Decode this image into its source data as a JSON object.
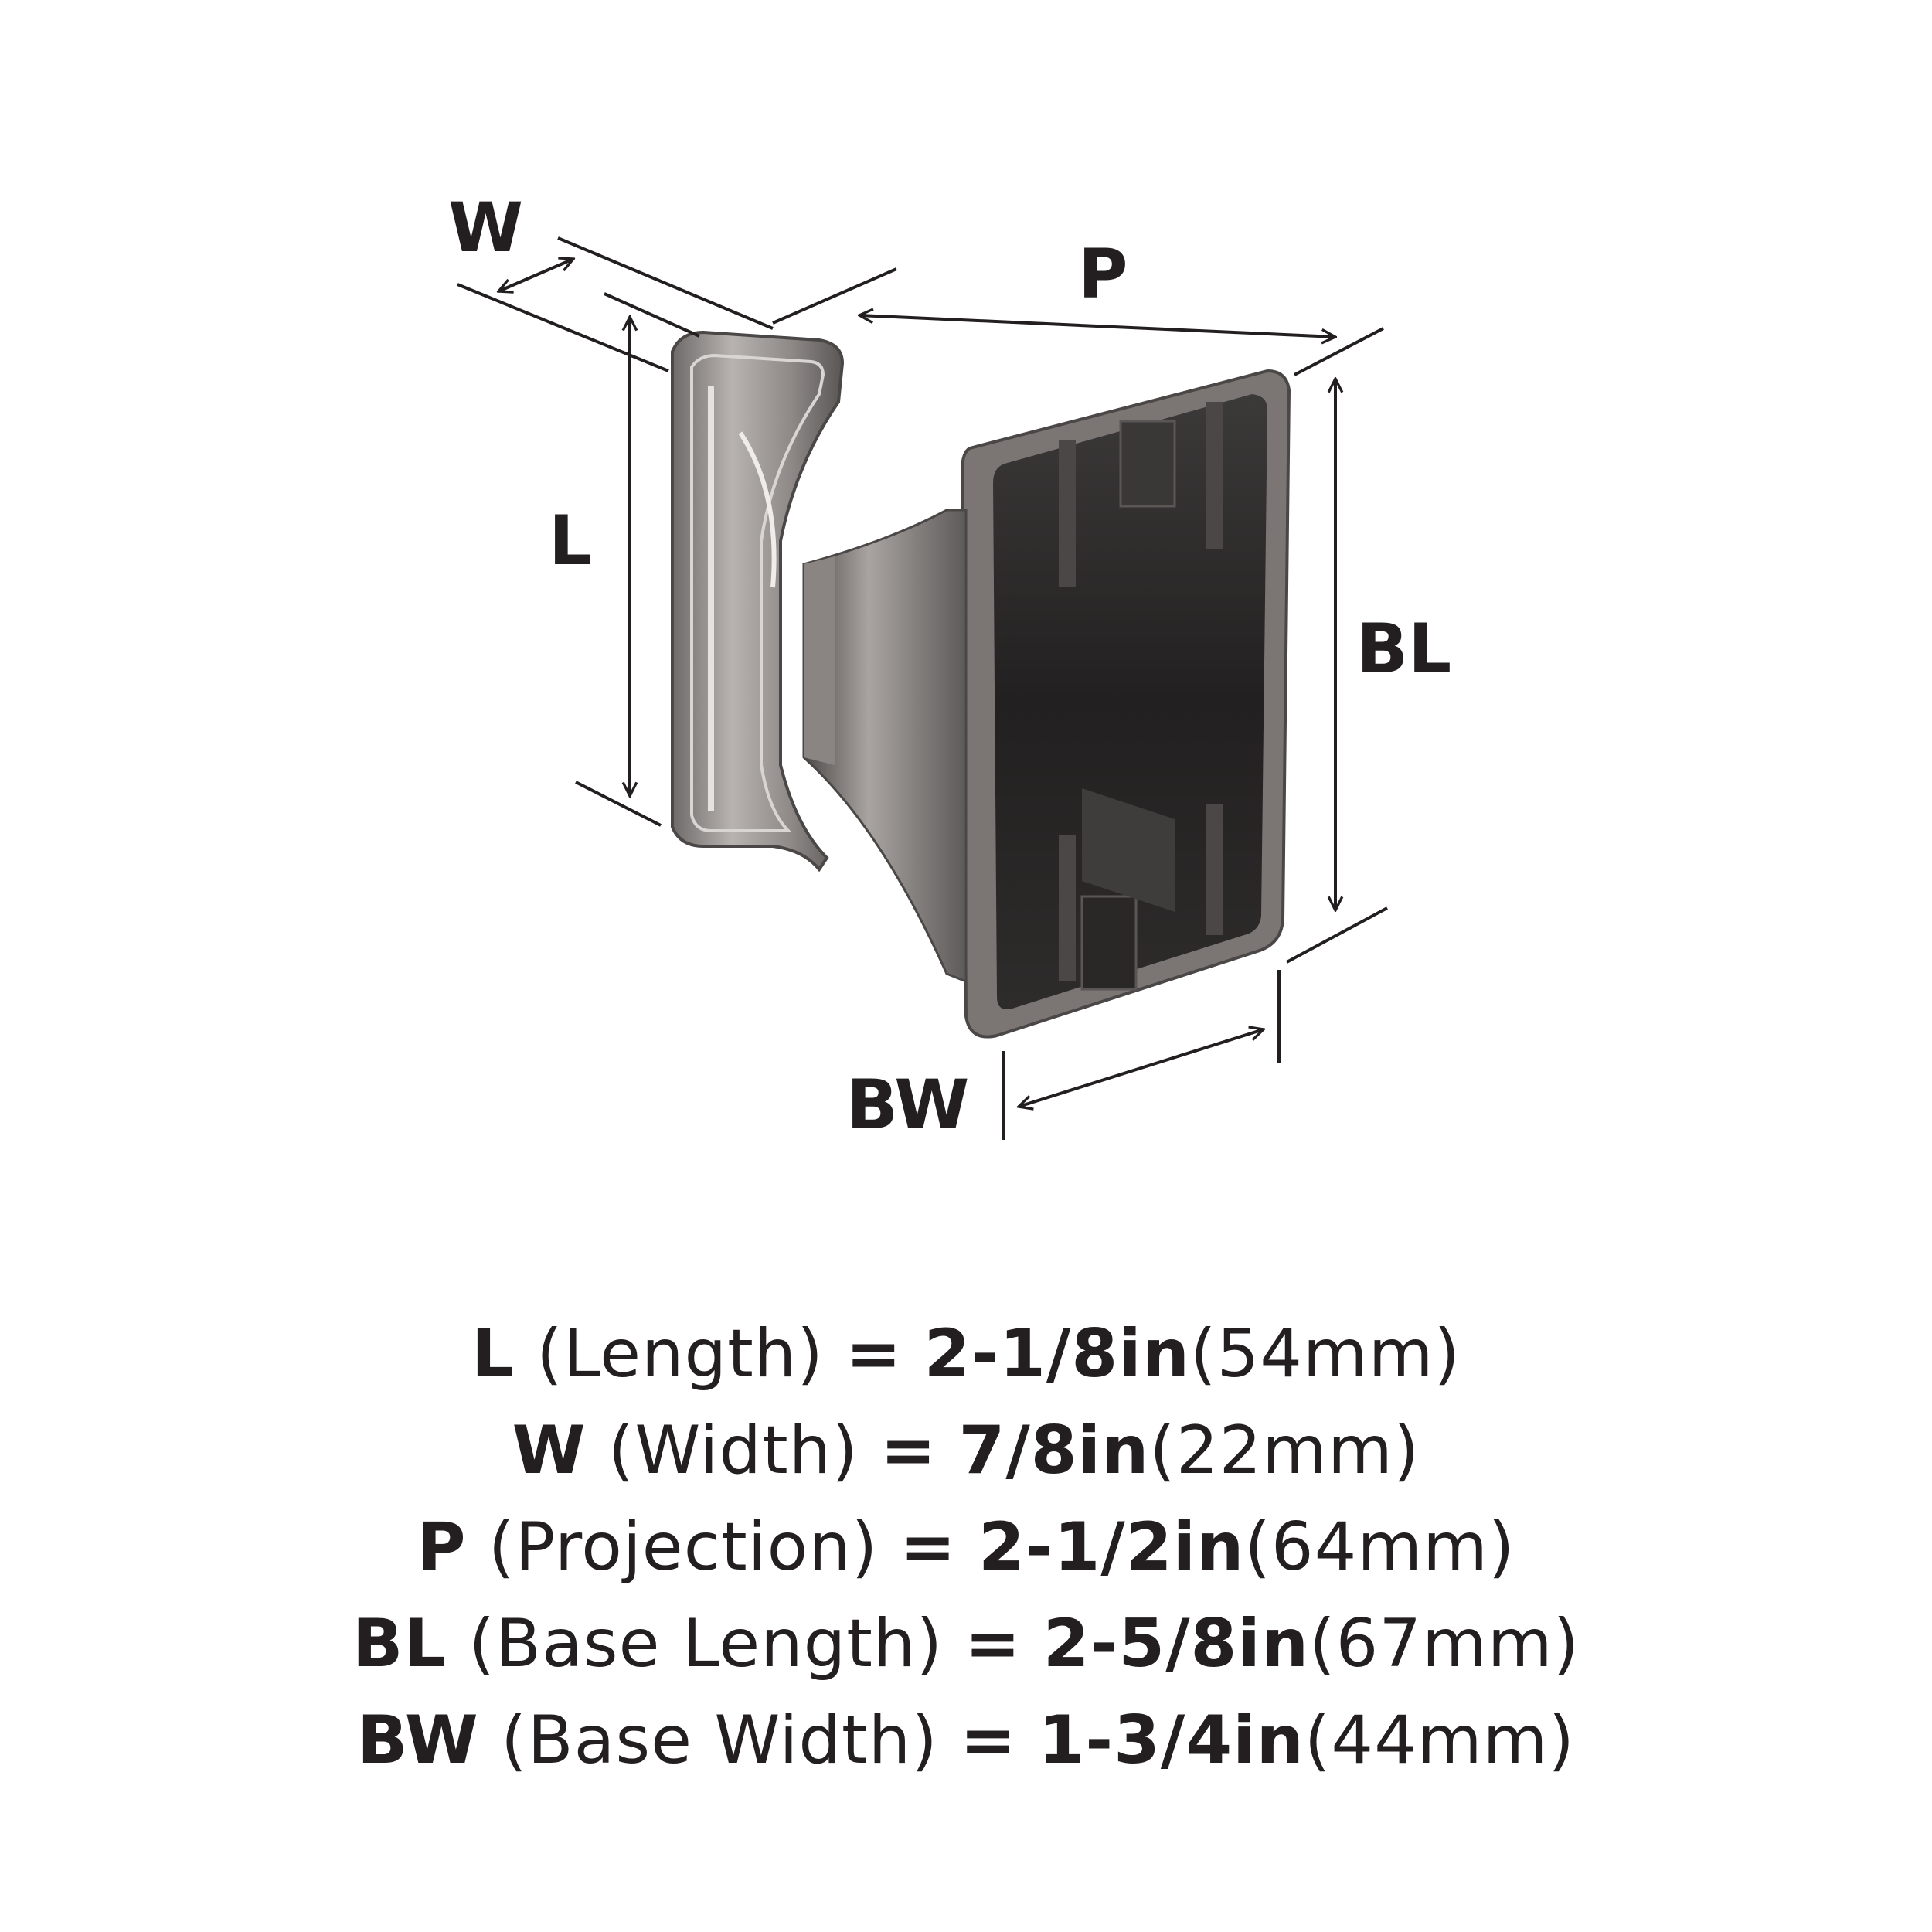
{
  "diagram": {
    "labels": {
      "w": "W",
      "p": "P",
      "l": "L",
      "bl": "BL",
      "bw": "BW"
    }
  },
  "specs": [
    {
      "code": "L",
      "name": "(Length)",
      "eq": "=",
      "imperial": "2-1/8in",
      "metric": "(54mm)"
    },
    {
      "code": "W",
      "name": "(Width)",
      "eq": "=",
      "imperial": "7/8in",
      "metric": "(22mm)"
    },
    {
      "code": "P",
      "name": "(Projection)",
      "eq": "=",
      "imperial": "2-1/2in",
      "metric": "(64mm)"
    },
    {
      "code": "BL",
      "name": "(Base Length)",
      "eq": "=",
      "imperial": "2-5/8in",
      "metric": "(67mm)"
    },
    {
      "code": "BW",
      "name": "(Base Width)",
      "eq": "=",
      "imperial": "1-3/4in",
      "metric": "(44mm)"
    }
  ]
}
